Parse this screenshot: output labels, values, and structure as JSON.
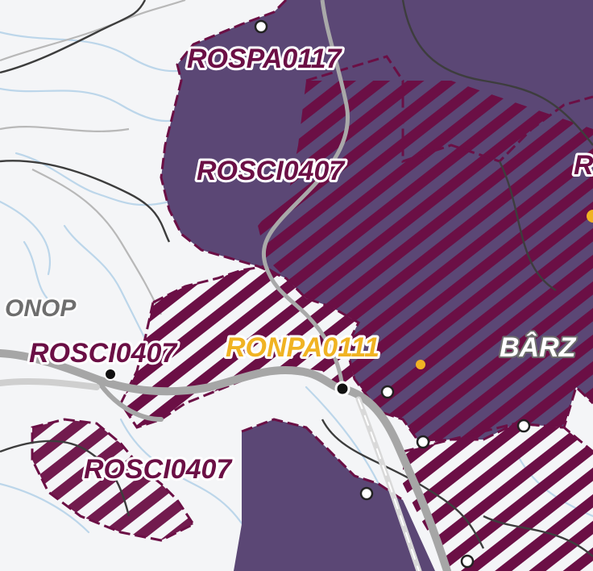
{
  "colors": {
    "protected_fill": "#5b4775",
    "boundary": "#6b0f45",
    "hatch": "#6b0f45",
    "river": "#bcd6ea",
    "road_gray": "#a6a6a6",
    "admin_line": "#3d3d3d",
    "ronpa_label": "#f0b323",
    "place_label": "#6e6e6e"
  },
  "labels": {
    "rospa0117": "ROSPA0117",
    "rosci0407_top": "ROSCI0407",
    "rosci0407_left": "ROSCI0407",
    "rosci0407_bottom": "ROSCI0407",
    "ronpa0111": "RONPA0111",
    "barz": "BÂRZ",
    "onop": "ONOP",
    "r_edge": "R"
  },
  "icons": {
    "settlement_white": "white-circle-icon",
    "settlement_black": "black-dot-icon",
    "point_orange": "orange-dot-icon"
  }
}
